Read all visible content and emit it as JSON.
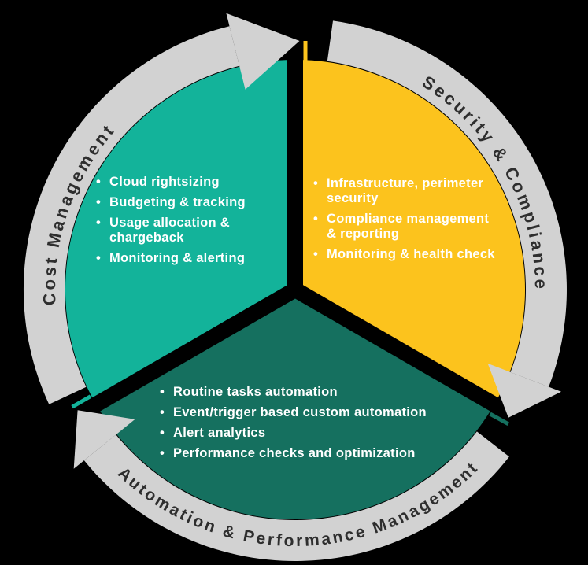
{
  "diagram": {
    "type": "cycle",
    "flow_direction": "clockwise",
    "background_color": "#000000",
    "ring_color": "#d2d2d2",
    "ring_text_color": "#2e2e2e",
    "item_text_color": "#ffffff",
    "arrows": {
      "count": 3,
      "direction": "clockwise",
      "color": "#d2d2d2"
    },
    "segments": [
      {
        "label": "Cost Management",
        "color": "#13b39a",
        "items": [
          "Cloud rightsizing",
          "Budgeting & tracking",
          "Usage allocation & chargeback",
          "Monitoring & alerting"
        ]
      },
      {
        "label": "Security & Compliance",
        "color": "#fcc31d",
        "items": [
          "Infrastructure, perimeter security",
          "Compliance management & reporting",
          "Monitoring & health check"
        ]
      },
      {
        "label": "Automation & Performance Management",
        "color": "#15705f",
        "items": [
          "Routine tasks automation",
          "Event/trigger based custom automation",
          "Alert analytics",
          "Performance checks and optimization"
        ]
      }
    ]
  }
}
